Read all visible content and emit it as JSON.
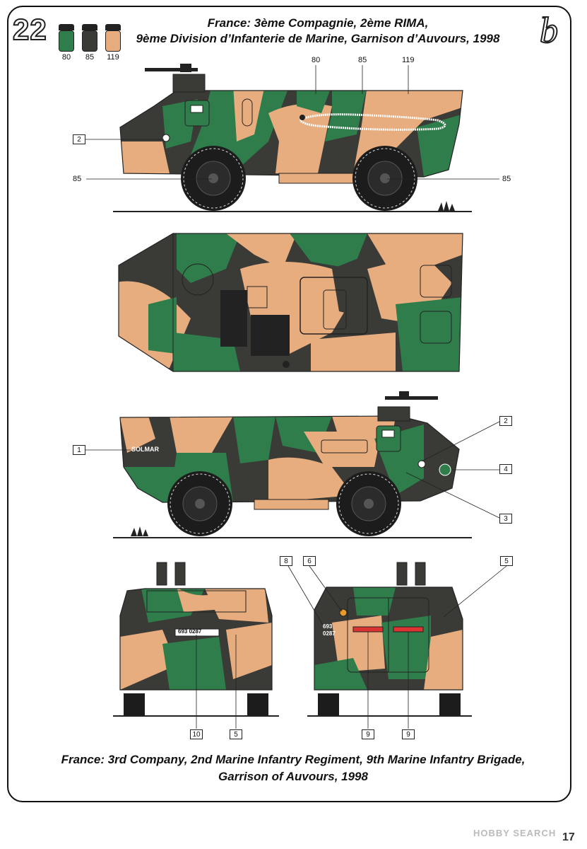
{
  "plate": {
    "number": "22",
    "variant": "b"
  },
  "paints": [
    {
      "code": "80",
      "color": "#2e7d4a"
    },
    {
      "code": "85",
      "color": "#3a3a36"
    },
    {
      "code": "119",
      "color": "#e8ad7f"
    }
  ],
  "title_lines": [
    "France: 3ème Compagnie, 2ème RIMA,",
    "9ème Division d’Infanterie de Marine, Garnison d’Auvours, 1998"
  ],
  "footer_lines": [
    "France: 3rd Company, 2nd Marine Infantry Regiment, 9th Marine Infantry Brigade,",
    "Garrison of Auvours, 1998"
  ],
  "side_view_labels": {
    "top_a": "80",
    "top_b": "85",
    "top_c": "119",
    "wheel_left": "85",
    "wheel_right": "85"
  },
  "callouts": {
    "c2_top": "2",
    "c2_right": "2",
    "c1": "1",
    "c4": "4",
    "c3": "3",
    "c8": "8",
    "c6": "6",
    "c5_rear": "5",
    "c10": "10",
    "c5_front": "5",
    "c9_a": "9",
    "c9_b": "9"
  },
  "markings": {
    "name_plate": "SOLMAR",
    "front_plate": "693 0287",
    "rear_plate_top": "693",
    "rear_plate_bottom": "0287"
  },
  "colors": {
    "green": "#2e7d4a",
    "dark": "#3a3a36",
    "sand": "#e8ad7f"
  },
  "watermark": "HOBBY SEARCH",
  "page_number": "17"
}
